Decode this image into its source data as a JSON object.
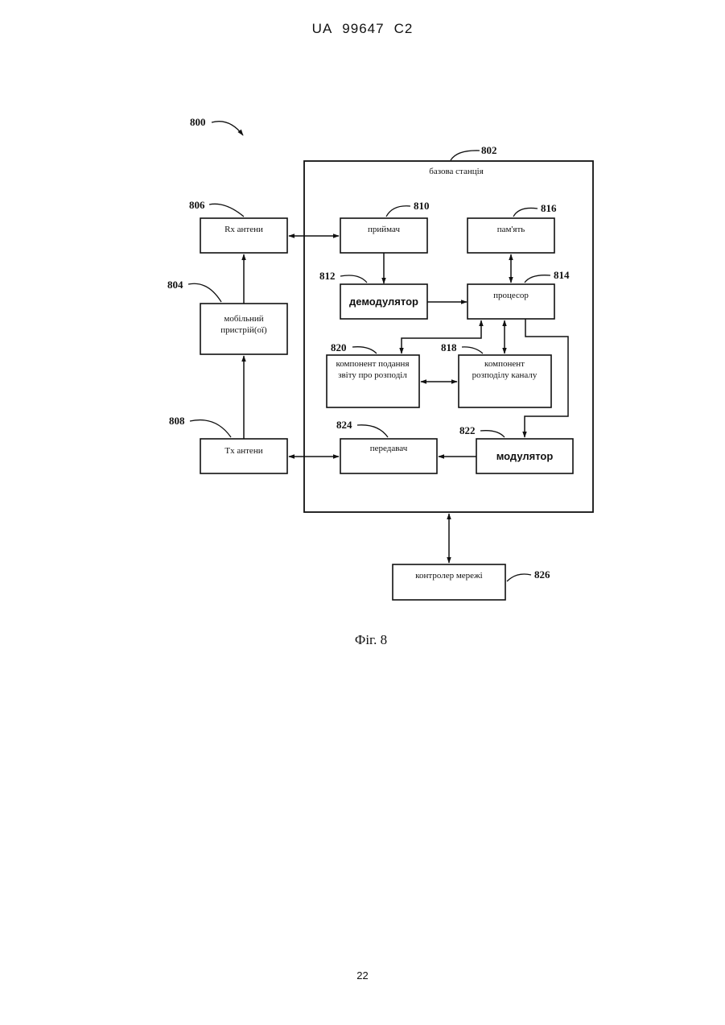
{
  "header": {
    "country": "UA",
    "number": "99647",
    "kind": "C2"
  },
  "page_number": "22",
  "figure_caption": "Фіг. 8",
  "refs": {
    "system": "800",
    "base_station": "802",
    "mobile": "804",
    "rx_antennas": "806",
    "tx_antennas": "808",
    "receiver": "810",
    "demodulator": "812",
    "processor": "814",
    "memory": "816",
    "channel_alloc": "818",
    "report_comp": "820",
    "modulator": "822",
    "transmitter": "824",
    "net_controller": "826"
  },
  "labels": {
    "base_station": "базова станція",
    "rx_antennas": "Rx антени",
    "mobile_line1": "мобільний",
    "mobile_line2": "пристрій(ої)",
    "tx_antennas": "Tx антени",
    "receiver": "приймач",
    "memory": "пам'ять",
    "demodulator": "демодулятор",
    "processor": "процесор",
    "report_line1": "компонент подання",
    "report_line2": "звіту про розподіл",
    "alloc_line1": "компонент",
    "alloc_line2": "розподілу каналу",
    "transmitter": "передавач",
    "modulator": "модулятор",
    "net_controller": "контролер мережі"
  }
}
